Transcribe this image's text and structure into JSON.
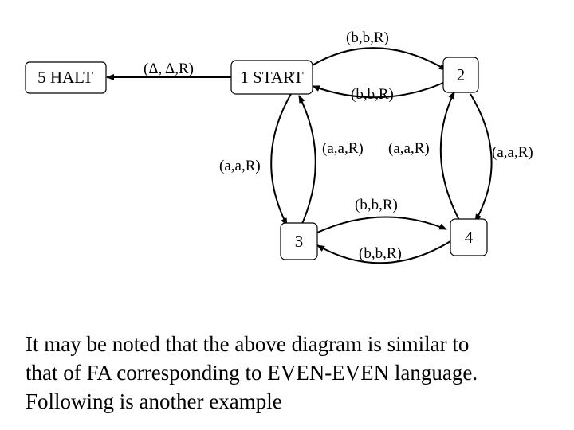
{
  "states": {
    "halt": "5 HALT",
    "start": "1 START",
    "s2": "2",
    "s3": "3",
    "s4": "4"
  },
  "edges": {
    "start_to_halt": "(Δ, Δ,R)",
    "start_to_2_top": "(b,b,R)",
    "s2_to_start": "(b,b,R)",
    "start_to_3_left": "(a,a,R)",
    "s3_to_start_right": "(a,a,R)",
    "s4_to_2_left": "(a,a,R)",
    "s2_to_4_right": "(a,a,R)",
    "s3_to_4_upper": "(b,b,R)",
    "s4_to_3_lower": "(b,b,R)"
  },
  "caption": {
    "line1": "It may be noted that the above diagram is similar to",
    "line2": "that of FA corresponding to EVEN-EVEN language.",
    "line3": "Following is another example"
  }
}
